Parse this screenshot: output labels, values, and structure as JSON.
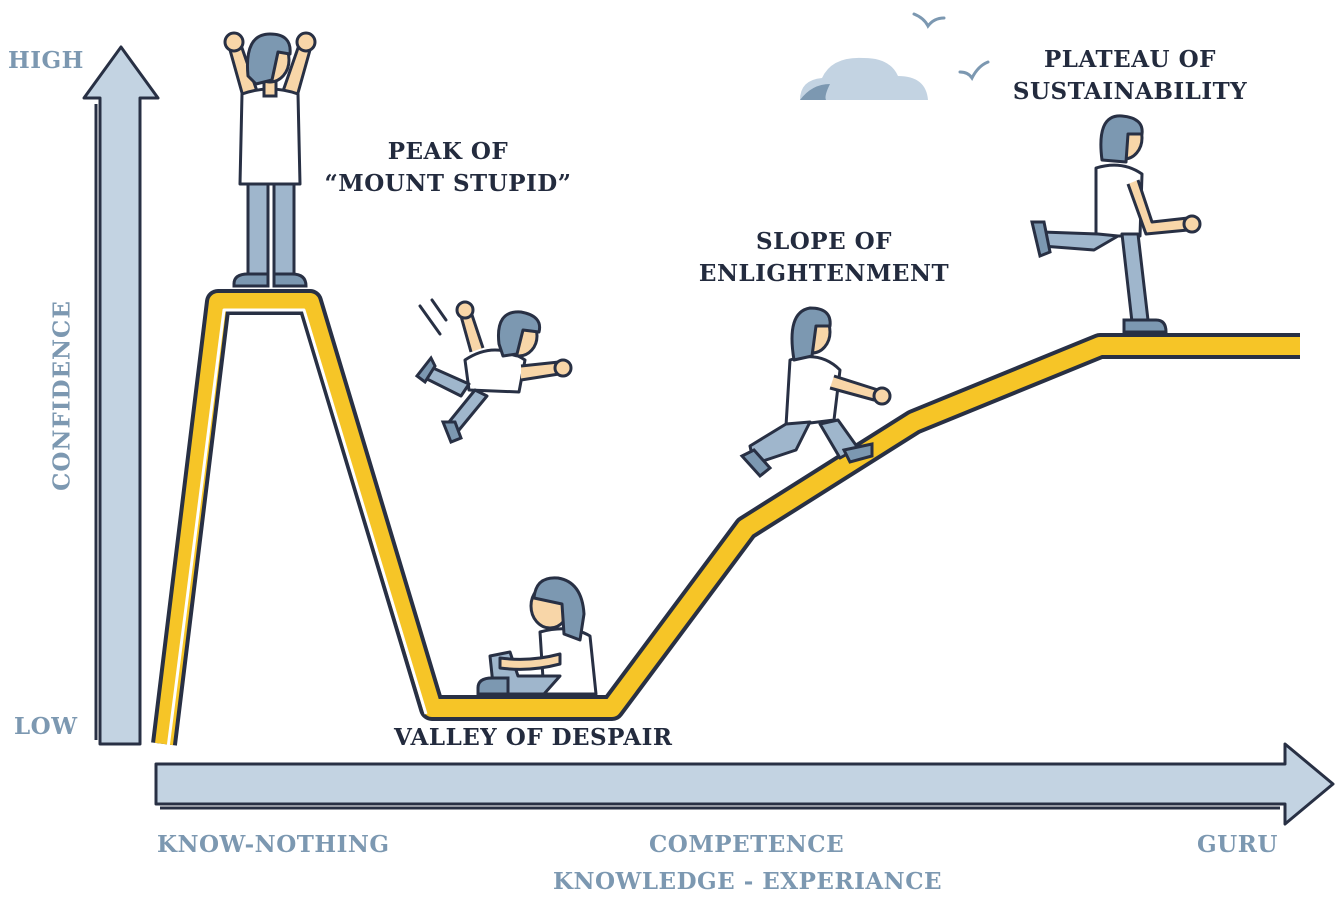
{
  "axis": {
    "y_high": "HIGH",
    "y_low": "LOW",
    "y_title": "CONFIDENCE",
    "x_left": "KNOW-NOTHING",
    "x_mid": "COMPETENCE",
    "x_right": "GURU",
    "x_title": "KNOWLEDGE - EXPERIANCE"
  },
  "stages": {
    "peak_line1": "PEAK OF",
    "peak_line2": "“MOUNT STUPID”",
    "valley": "VALLEY OF DESPAIR",
    "slope_line1": "SLOPE OF",
    "slope_line2": "ENLIGHTENMENT",
    "plateau_line1": "PLATEAU OF",
    "plateau_line2": "SUSTAINABILITY"
  },
  "figures": {
    "peak": "cheering-person-icon",
    "falling": "falling-person-icon",
    "valley": "sitting-person-icon",
    "slope": "climbing-person-icon",
    "plateau": "walking-person-icon"
  },
  "colors": {
    "curve": "#f6c527",
    "axis_fill": "#c3d3e2",
    "outline": "#283044",
    "hair": "#7c98b1",
    "skin": "#f8d6a8",
    "label_dark": "#232b3e",
    "label_axis": "#7c98b1"
  }
}
